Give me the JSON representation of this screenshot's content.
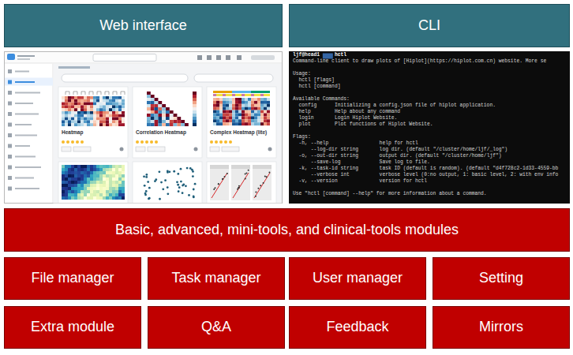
{
  "diagram": {
    "nodes": [
      {
        "text": [
          "Web interface"
        ]
      },
      {
        "text": [
          "CLI"
        ]
      },
      {
        "text": [
          "Basic, advanced, mini-tools, and clinical-tools modules"
        ]
      },
      {
        "text": [
          "File manager"
        ]
      },
      {
        "text": [
          "Task manager"
        ]
      },
      {
        "text": [
          "User manager"
        ]
      },
      {
        "text": [
          "Setting"
        ]
      },
      {
        "text": [
          "Extra module"
        ]
      },
      {
        "text": [
          "Q&A"
        ]
      },
      {
        "text": [
          "Feedback"
        ]
      },
      {
        "text": [
          "Mirrors"
        ]
      }
    ],
    "labels": [
      "Heatmap",
      "Correlation Heatmap",
      "Complex Heatmap (lite)",
      "ljf@head1",
      "hctl",
      "Command-line client to draw plots of [Hiplot](https://hiplot.com.cn) website. More se",
      "Usage:",
      "hctl [flags]",
      "hctl [command]",
      "Available Commands:",
      "config",
      "Initializing a config.json file of hiplot application.",
      "help",
      "Help about any command",
      "login",
      "Login Hiplot Website.",
      "plot",
      "Plot functions of Hiplot Website.",
      "Flags:",
      "-h, --help",
      "help for hctl",
      "--log-dir string",
      "log dir. (default \"/cluster/home/ljf/_log\")",
      "-o, --out-dir string",
      "output dir. (default \"/cluster/home/ljf\")",
      "--save-log",
      "Save log to file.",
      "-k, --task-id string",
      "task ID (default is random). (default \"d4f728c2-1d33-4559-bb",
      "--verbose int",
      "verbose level (0:no output, 1: basic level, 2: with env info",
      "-v, --version",
      "version for hctl",
      "Use \"hctl [command] --help\" for more information about a command."
    ]
  }
}
